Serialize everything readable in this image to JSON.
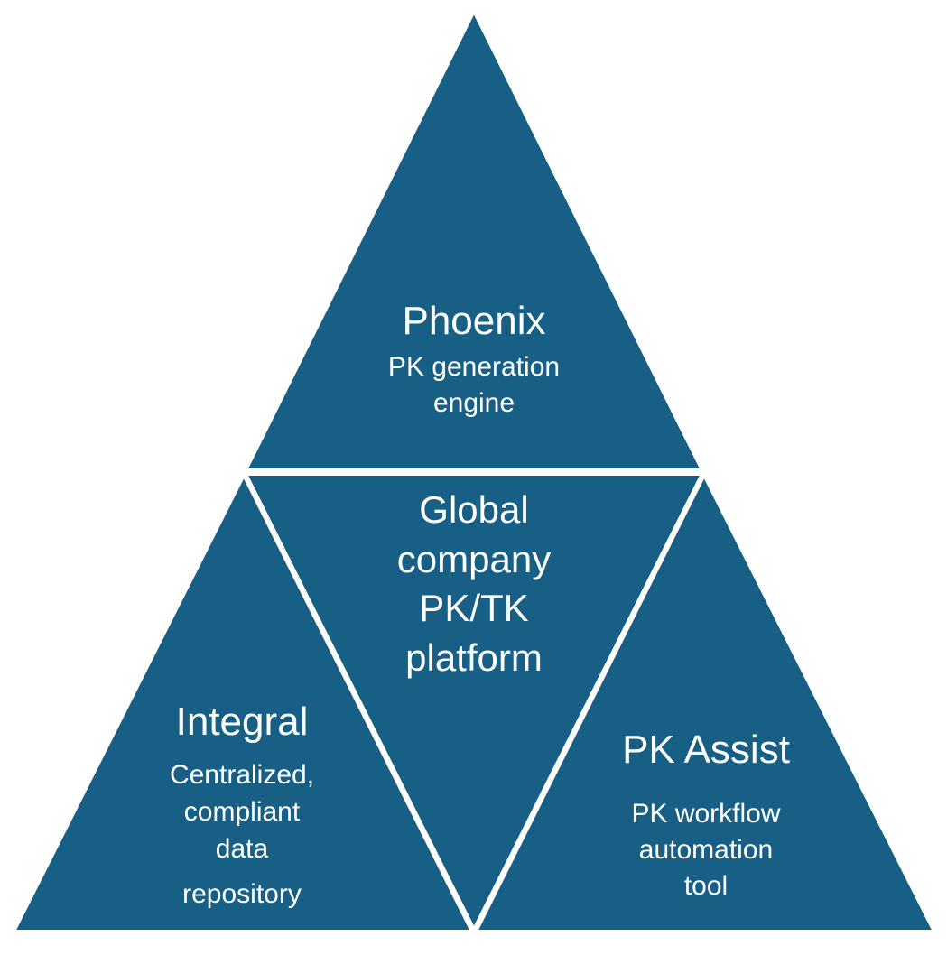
{
  "diagram": {
    "fill_color": "#175f85",
    "separator_color": "#ffffff",
    "top": {
      "title": "Phoenix",
      "description": [
        "PK generation",
        "engine"
      ]
    },
    "center": {
      "title": [
        "Global",
        "company",
        "PK/TK",
        "platform"
      ]
    },
    "left": {
      "title": "Integral",
      "description": [
        "Centralized,",
        "compliant",
        "data",
        "repository"
      ]
    },
    "right": {
      "title": "PK Assist",
      "description": [
        "PK workflow",
        "automation",
        "tool"
      ]
    }
  }
}
